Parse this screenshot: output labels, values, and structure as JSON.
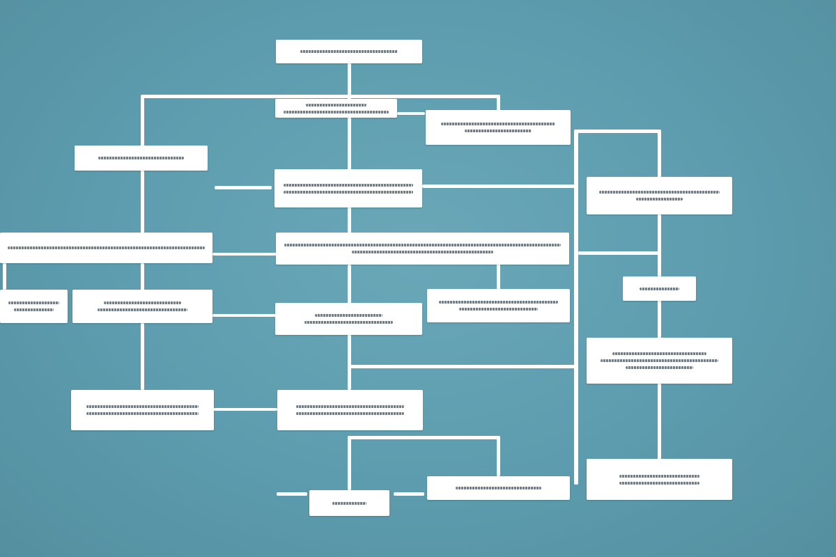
{
  "diagram": {
    "background": "#5e9fb0",
    "node_fill": "#ffffff",
    "connector_color": "#ffffff",
    "node_text_color": "#5a6770",
    "nodes": [
      {
        "id": "root",
        "lines": [
          0.72
        ]
      },
      {
        "id": "level2-center",
        "lines": [
          0.55,
          0.95
        ]
      },
      {
        "id": "level2-right",
        "lines": [
          0.85,
          0.5
        ]
      },
      {
        "id": "left-upper",
        "lines": [
          0.7
        ]
      },
      {
        "id": "center-main",
        "lines": [
          0.95,
          0.95
        ]
      },
      {
        "id": "right-column-top",
        "lines": [
          0.9,
          0.35
        ]
      },
      {
        "id": "left-wide",
        "lines": [
          0.98
        ]
      },
      {
        "id": "center-wide",
        "lines": [
          0.98,
          0.5
        ]
      },
      {
        "id": "left-edge",
        "lines": [
          0.9,
          0.7
        ]
      },
      {
        "id": "left-mid",
        "lines": [
          0.6,
          0.7
        ]
      },
      {
        "id": "center-mid",
        "lines": [
          0.5,
          0.65
        ]
      },
      {
        "id": "right-mid",
        "lines": [
          0.9,
          0.6
        ]
      },
      {
        "id": "right-column-small",
        "lines": [
          0.65
        ]
      },
      {
        "id": "right-column-mid",
        "lines": [
          0.7,
          0.88,
          0.5
        ]
      },
      {
        "id": "left-lower",
        "lines": [
          0.85,
          0.85
        ]
      },
      {
        "id": "center-lower",
        "lines": [
          0.8,
          0.8
        ]
      },
      {
        "id": "bottom-small",
        "lines": [
          0.5
        ]
      },
      {
        "id": "bottom-right",
        "lines": [
          0.65
        ]
      },
      {
        "id": "right-column-bottom",
        "lines": [
          0.6,
          0.6
        ]
      }
    ]
  }
}
